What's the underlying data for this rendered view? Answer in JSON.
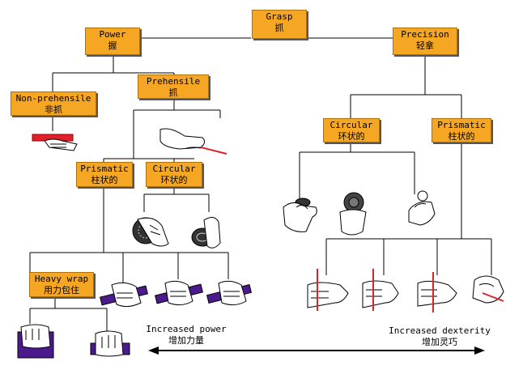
{
  "nodes": {
    "grasp": {
      "en": "Grasp",
      "zh": "抓"
    },
    "power": {
      "en": "Power",
      "zh": "握"
    },
    "precision": {
      "en": "Precision",
      "zh": "轻拿"
    },
    "non_prehensile": {
      "en": "Non-prehensile",
      "zh": "非抓"
    },
    "prehensile": {
      "en": "Prehensile",
      "zh": "抓"
    },
    "power_prismatic": {
      "en": "Prismatic",
      "zh": "柱状的"
    },
    "power_circular": {
      "en": "Circular",
      "zh": "环状的"
    },
    "precision_circular": {
      "en": "Circular",
      "zh": "环状的"
    },
    "precision_prismatic": {
      "en": "Prismatic",
      "zh": "柱状的"
    },
    "heavy_wrap": {
      "en": "Heavy wrap",
      "zh": "用力包住"
    }
  },
  "axis": {
    "left": {
      "en": "Increased power",
      "zh": "增加力量"
    },
    "right": {
      "en": "Increased dexterity",
      "zh": "增加灵巧"
    }
  },
  "colors": {
    "node_fill": "#f5a623",
    "object_purple": "#4b1a8c",
    "object_red": "#e0202a",
    "line": "#000000"
  },
  "illustrations": [
    "hand-pushing-red-bar-icon",
    "hand-pinching-red-stick-icon",
    "hand-holding-grooved-disc-icon",
    "hand-holding-small-disc-icon",
    "hand-pinching-coin-icon",
    "hand-holding-textured-disc-icon",
    "hand-holding-ball-icon",
    "hand-gripping-purple-bar-icon",
    "fist-purple-block-icon",
    "hand-grasping-red-rod-icon"
  ]
}
